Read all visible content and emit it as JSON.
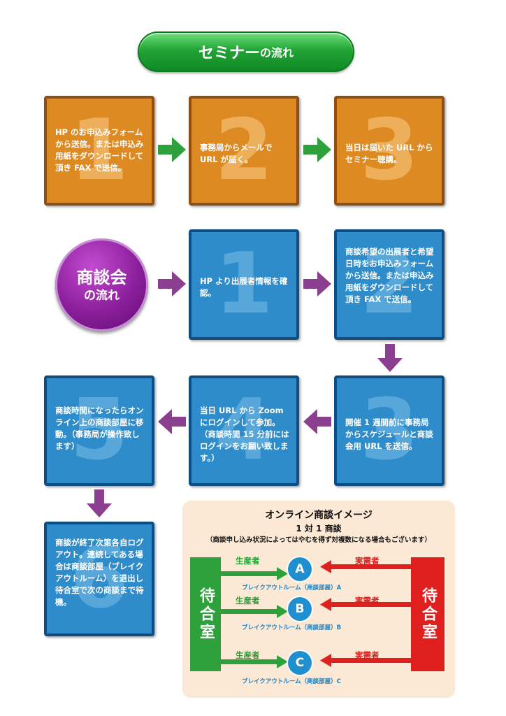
{
  "title": {
    "main": "セミナー",
    "suffix": "の流れ"
  },
  "seminar_steps": [
    {
      "num": "1",
      "text": "HP のお申込みフォームから送信。または申込み用紙をダウンロードして頂き FAX で送信。"
    },
    {
      "num": "2",
      "text": "事務局からメールで URL が届く。"
    },
    {
      "num": "3",
      "text": "当日は届いた URL からセミナー聴講。"
    }
  ],
  "meeting": {
    "circle_line1": "商談会",
    "circle_line2": "の流れ",
    "steps": [
      {
        "num": "1",
        "text": "HP より出展者情報を確認。"
      },
      {
        "num": "2",
        "text": "商談希望の出展者と希望日時をお申込みフォームから送信。または申込み用紙をダウンロードして頂き FAX で送信。"
      },
      {
        "num": "3",
        "text": "開催 1 週間前に事務局からスケジュールと商談会用 URL を送信。"
      },
      {
        "num": "4",
        "text": "当日 URL から Zoom にログインして参加。（商談時間 15 分前にはログインをお願い致します。）"
      },
      {
        "num": "5",
        "text": "商談時間になったらオンライン上の商談部屋に移動。（事務局が操作致します）"
      },
      {
        "num": "6",
        "text": "商談が終了次第各自ログアウト。連続してある場合は商談部屋（ブレイクアウトルーム）を退出し待合室で次の商談まで待機。"
      }
    ]
  },
  "online": {
    "title": "オンライン商談イメージ",
    "subtitle": "1 対 1 商談",
    "note": "（商談申し込み状況によってはやむを得ず対複数になる場合もございます）",
    "waiting_left": "待合室",
    "waiting_right": "待合室",
    "producer_label": "生産者",
    "buyer_label": "実需者",
    "rooms": [
      {
        "letter": "A",
        "caption": "ブレイクアウトルーム（商談部屋）A"
      },
      {
        "letter": "B",
        "caption": "ブレイクアウトルーム（商談部屋）B"
      },
      {
        "letter": "C",
        "caption": "ブレイクアウトルーム（商談部屋）C"
      }
    ]
  },
  "colors": {
    "green": "#2ea03c",
    "orange": "#de8a22",
    "blue": "#2d8cc9",
    "purple": "#8a3f8f",
    "red": "#e0201e"
  }
}
